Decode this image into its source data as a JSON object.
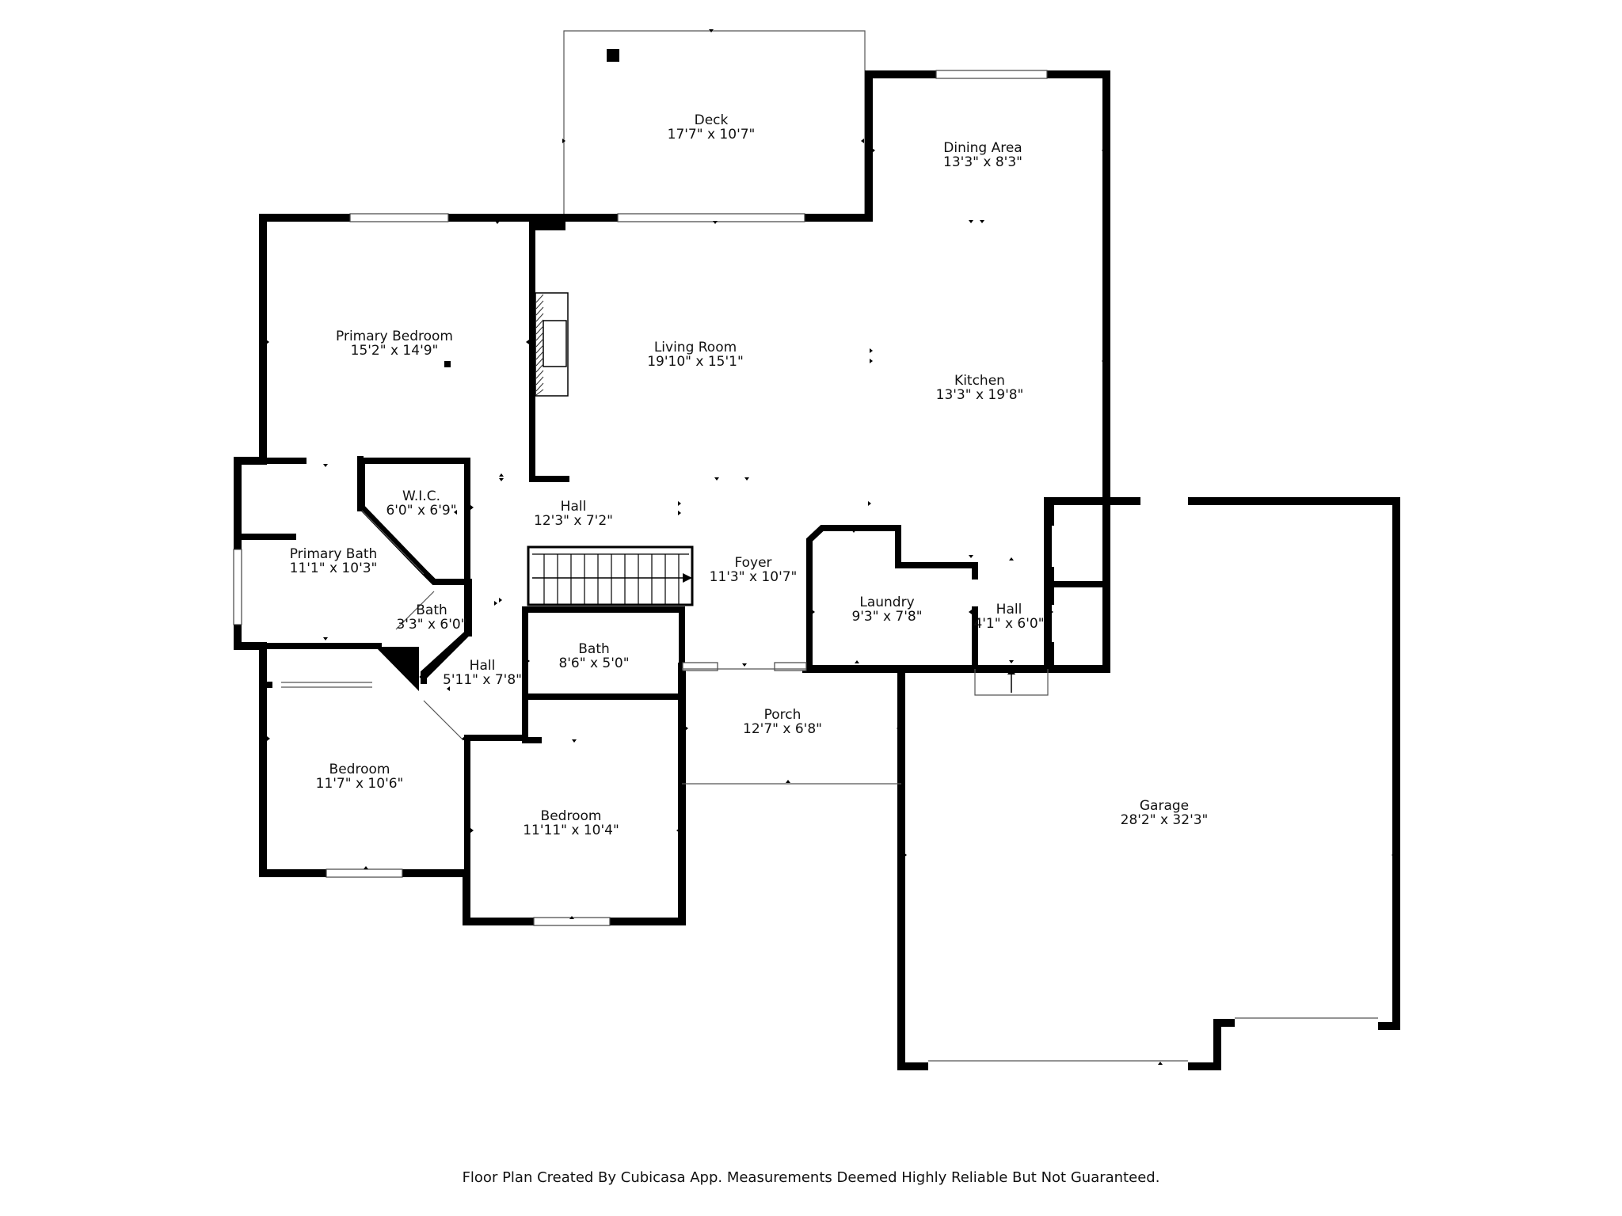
{
  "rooms": [
    {
      "name": "Deck",
      "dims": "17'7\" x 10'7\""
    },
    {
      "name": "Dining Area",
      "dims": "13'3\" x 8'3\""
    },
    {
      "name": "Primary Bedroom",
      "dims": "15'2\" x 14'9\""
    },
    {
      "name": "Living Room",
      "dims": "19'10\" x 15'1\""
    },
    {
      "name": "Kitchen",
      "dims": "13'3\" x 19'8\""
    },
    {
      "name": "W.I.C.",
      "dims": "6'0\" x 6'9\""
    },
    {
      "name": "Hall",
      "dims": "12'3\" x 7'2\""
    },
    {
      "name": "Primary Bath",
      "dims": "11'1\" x 10'3\""
    },
    {
      "name": "Foyer",
      "dims": "11'3\" x 10'7\""
    },
    {
      "name": "Laundry",
      "dims": "9'3\" x 7'8\""
    },
    {
      "name": "Hall",
      "dims": "4'1\" x 6'0\""
    },
    {
      "name": "Bath",
      "dims": "3'3\" x 6'0\""
    },
    {
      "name": "Bath",
      "dims": "8'6\" x 5'0\""
    },
    {
      "name": "Hall",
      "dims": "5'11\" x 7'8\""
    },
    {
      "name": "Porch",
      "dims": "12'7\" x 6'8\""
    },
    {
      "name": "Bedroom",
      "dims": "11'7\" x 10'6\""
    },
    {
      "name": "Bedroom",
      "dims": "11'11\" x 10'4\""
    },
    {
      "name": "Garage",
      "dims": "28'2\" x 32'3\""
    }
  ],
  "footer": "Floor Plan Created By Cubicasa App. Measurements Deemed Highly Reliable But Not Guaranteed."
}
